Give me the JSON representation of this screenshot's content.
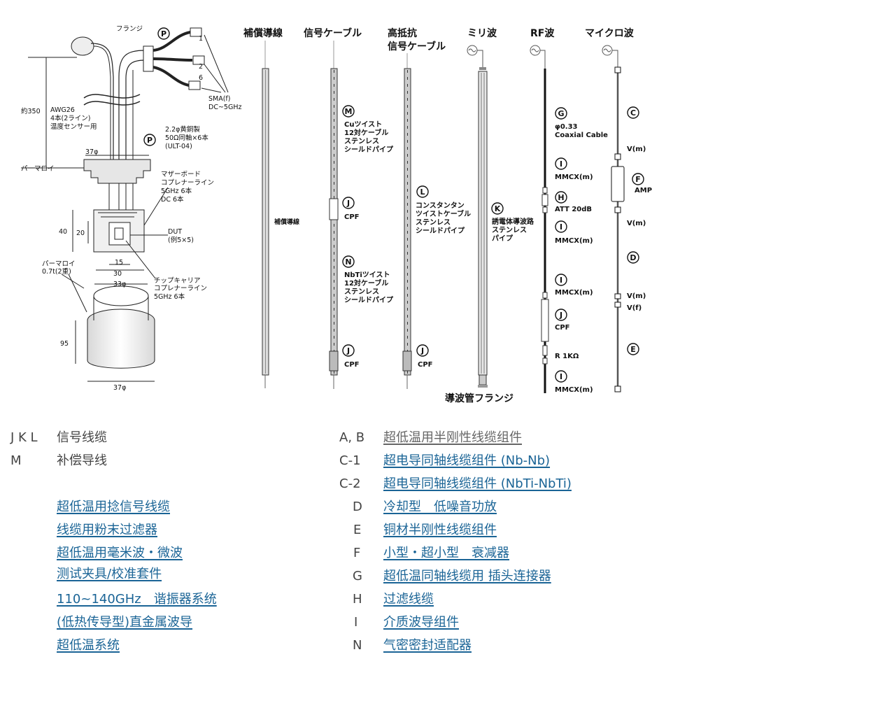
{
  "diagram": {
    "left_assembly": {
      "labels": {
        "flange": "フランジ",
        "p_marker": "P",
        "connector_1": "1",
        "connector_2": "2",
        "connector_6": "6",
        "sma": "SMA(f)",
        "sma_range": "DC~5GHz",
        "approx_350": "約350",
        "awg_line1": "AWG26",
        "awg_line2": "4本(2ライン)",
        "awg_line3": "温度センサー用",
        "coax_line1": "2.2φ黄銅製",
        "coax_line2": "50Ω同軸×6本",
        "coax_line3": "(ULT-04)",
        "dia_37_top": "37φ",
        "permalloy": "パーマロイ",
        "mb_line1": "マザーボード",
        "mb_line2": "コプレナーライン",
        "mb_line3": "5GHz 6本",
        "mb_line4": "DC 6本",
        "dim_40": "40",
        "dim_20": "20",
        "dut_line1": "DUT",
        "dut_line2": "(例5×5)",
        "dim_15": "15",
        "dim_30": "30",
        "permalloy2_line1": "パーマロイ",
        "permalloy2_line2": "0.7t(2重)",
        "dia_33": "33φ",
        "cc_line1": "チップキャリア",
        "cc_line2": "コプレナーライン",
        "cc_line3": "5GHz 6本",
        "dim_95": "95",
        "dia_37_bottom": "37φ"
      }
    },
    "columns": [
      {
        "header": [
          "補償導線"
        ],
        "side_label": "補償導線"
      },
      {
        "header": [
          "信号ケーブル"
        ],
        "callouts": [
          {
            "marker": "M",
            "lines": [
              "Cuツイスト",
              "12対ケーブル",
              "ステンレス",
              "シールドパイプ"
            ]
          },
          {
            "marker": "J",
            "lines": [
              "CPF"
            ]
          },
          {
            "marker": "N",
            "lines": [
              "NbTiツイスト",
              "12対ケーブル",
              "ステンレス",
              "シールドパイプ"
            ]
          },
          {
            "marker": "J",
            "lines": [
              "CPF"
            ]
          }
        ]
      },
      {
        "header": [
          "高抵抗",
          "信号ケーブル"
        ],
        "callouts": [
          {
            "marker": "L",
            "lines": [
              "コンスタンタン",
              "ツイストケーブル",
              "ステンレス",
              "シールドパイプ"
            ]
          },
          {
            "marker": "J",
            "lines": [
              "CPF"
            ]
          }
        ]
      },
      {
        "header": [
          "ミリ波"
        ],
        "callouts": [
          {
            "marker": "K",
            "lines": [
              "誘電体導波路",
              "ステンレス",
              "パイプ"
            ]
          }
        ],
        "footer": "導波管フランジ"
      },
      {
        "header": [
          "RF波"
        ],
        "callouts": [
          {
            "marker": "G",
            "lines": [
              "φ0.33",
              "Coaxial Cable"
            ]
          },
          {
            "marker": "I",
            "lines": [
              "MMCX(m)"
            ]
          },
          {
            "marker": "H",
            "lines": [
              "ATT 20dB"
            ]
          },
          {
            "marker": "I",
            "lines": [
              "MMCX(m)"
            ]
          },
          {
            "marker": "I",
            "lines": [
              "MMCX(m)"
            ]
          },
          {
            "marker": "J",
            "lines": [
              "CPF"
            ]
          },
          {
            "marker": "",
            "lines": [
              "R 1KΩ"
            ]
          },
          {
            "marker": "I",
            "lines": [
              "MMCX(m)"
            ]
          }
        ]
      },
      {
        "header": [
          "マイクロ波"
        ],
        "callouts": [
          {
            "marker": "C",
            "lines": []
          },
          {
            "marker": "",
            "lines": [
              "V(m)"
            ]
          },
          {
            "marker": "F",
            "lines": [
              "AMP"
            ]
          },
          {
            "marker": "",
            "lines": [
              "V(m)"
            ]
          },
          {
            "marker": "D",
            "lines": []
          },
          {
            "marker": "",
            "lines": [
              "V(m)"
            ]
          },
          {
            "marker": "",
            "lines": [
              "V(f)"
            ]
          },
          {
            "marker": "E",
            "lines": []
          }
        ]
      }
    ]
  },
  "legend": {
    "left": [
      {
        "code": "J K L",
        "text": "信号线缆",
        "link": false
      },
      {
        "code": "M",
        "text": "补偿导线",
        "link": false
      },
      {
        "code": "",
        "text": "超低温用捻信号线缆",
        "link": true
      },
      {
        "code": "",
        "text": "线缆用粉末过滤器",
        "link": true
      },
      {
        "code": "",
        "text": "超低温用毫米波・微波",
        "link": true
      },
      {
        "code": "",
        "text": "测试夹具/校准套件",
        "link": true
      },
      {
        "code": "",
        "text": "110~140GHz　谐振器系统",
        "link": true
      },
      {
        "code": "",
        "text": "(低热传导型)直金属波导",
        "link": true
      },
      {
        "code": "",
        "text": "超低温系统",
        "link": true
      }
    ],
    "right": [
      {
        "code": "A, B",
        "text": "超低温用半刚性线缆组件",
        "link": true,
        "visited": true
      },
      {
        "code": "C-1",
        "text": "超电导同轴线缆组件 (Nb-Nb)",
        "link": true
      },
      {
        "code": "C-2",
        "text": "超电导同轴线缆组件 (NbTi-NbTi)",
        "link": true
      },
      {
        "code": "D",
        "text": "冷却型　低噪音功放",
        "link": true
      },
      {
        "code": "E",
        "text": "铜材半刚性线缆组件",
        "link": true
      },
      {
        "code": "F",
        "text": "小型・超小型　衰减器",
        "link": true
      },
      {
        "code": "G",
        "text": "超低温同轴线缆用 插头连接器",
        "link": true
      },
      {
        "code": "H",
        "text": "过滤线缆",
        "link": true
      },
      {
        "code": "I",
        "text": "介质波导组件",
        "link": true
      },
      {
        "code": "N",
        "text": "气密密封适配器",
        "link": true
      }
    ]
  },
  "colors": {
    "link": "#1a6496",
    "visited_link": "#666666",
    "text": "#444444"
  }
}
